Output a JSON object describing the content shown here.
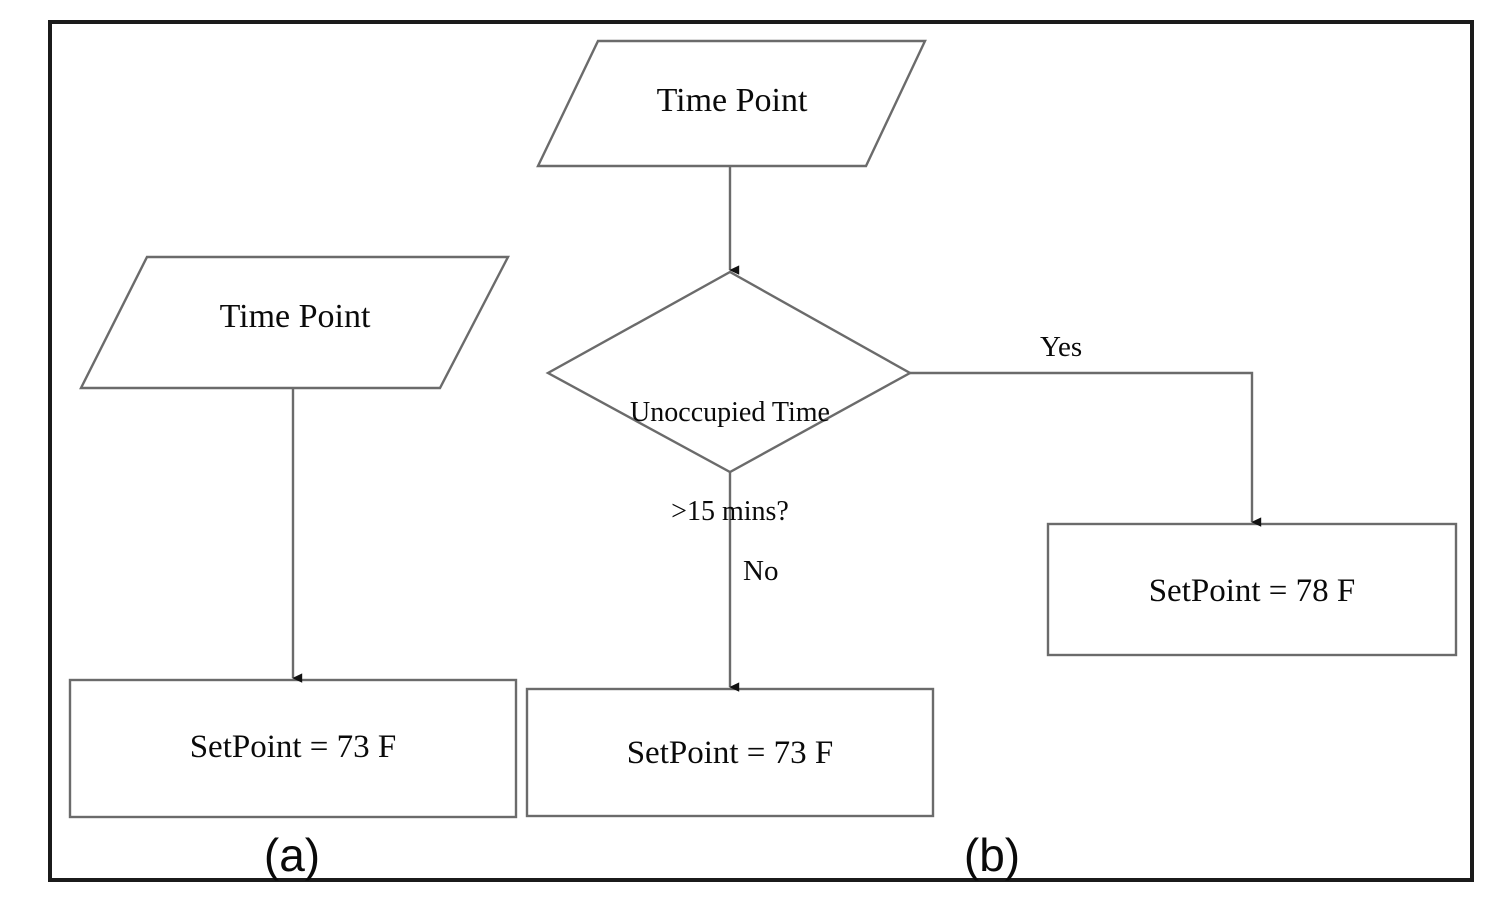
{
  "figure": {
    "border_color": "#1b1b1b",
    "line_color": "#6b6b6b",
    "background": "#ffffff",
    "panels": [
      {
        "id": "a",
        "caption": "(a)"
      },
      {
        "id": "b",
        "caption": "(b)"
      }
    ]
  },
  "panel_a": {
    "caption": "(a)",
    "nodes": [
      {
        "id": "time-point-a",
        "shape": "parallelogram",
        "text": "Time Point"
      },
      {
        "id": "setpoint-73-a",
        "shape": "rectangle",
        "text": "SetPoint = 73 F"
      }
    ],
    "edges": [
      {
        "from": "time-point-a",
        "to": "setpoint-73-a",
        "label": ""
      }
    ]
  },
  "panel_b": {
    "caption": "(b)",
    "nodes": [
      {
        "id": "time-point-b",
        "shape": "parallelogram",
        "text": "Time Point"
      },
      {
        "id": "decision-unoccupied",
        "shape": "diamond",
        "text": "Unoccupied Time\n>15 mins?",
        "line1": "Unoccupied Time",
        "line2": ">15 mins?"
      },
      {
        "id": "setpoint-73-b",
        "shape": "rectangle",
        "text": "SetPoint = 73 F"
      },
      {
        "id": "setpoint-78",
        "shape": "rectangle",
        "text": "SetPoint = 78 F"
      }
    ],
    "edges": [
      {
        "from": "time-point-b",
        "to": "decision-unoccupied",
        "label": ""
      },
      {
        "from": "decision-unoccupied",
        "to": "setpoint-78",
        "label": "Yes"
      },
      {
        "from": "decision-unoccupied",
        "to": "setpoint-73-b",
        "label": "No"
      }
    ]
  },
  "chart_data": {
    "type": "diagram",
    "title": "",
    "diagram_kind": "flowchart",
    "panels": [
      "(a)",
      "(b)"
    ],
    "nodes": [
      {
        "panel": "a",
        "label": "Time Point",
        "shape": "parallelogram"
      },
      {
        "panel": "a",
        "label": "SetPoint = 73 F",
        "shape": "rectangle"
      },
      {
        "panel": "b",
        "label": "Time Point",
        "shape": "parallelogram"
      },
      {
        "panel": "b",
        "label": "Unoccupied Time >15 mins?",
        "shape": "diamond"
      },
      {
        "panel": "b",
        "label": "SetPoint = 73 F",
        "shape": "rectangle"
      },
      {
        "panel": "b",
        "label": "SetPoint = 78 F",
        "shape": "rectangle"
      }
    ],
    "edges": [
      {
        "panel": "a",
        "from": "Time Point",
        "to": "SetPoint = 73 F",
        "label": ""
      },
      {
        "panel": "b",
        "from": "Time Point",
        "to": "Unoccupied Time >15 mins?",
        "label": ""
      },
      {
        "panel": "b",
        "from": "Unoccupied Time >15 mins?",
        "to": "SetPoint = 78 F",
        "label": "Yes"
      },
      {
        "panel": "b",
        "from": "Unoccupied Time >15 mins?",
        "to": "SetPoint = 73 F",
        "label": "No"
      }
    ]
  }
}
